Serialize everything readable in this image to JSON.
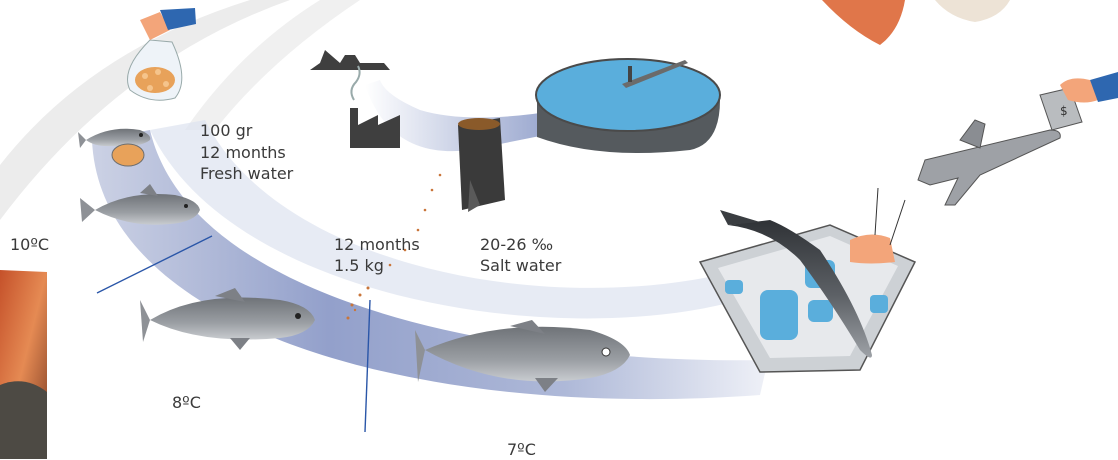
{
  "stages": {
    "fresh_water": {
      "weight": "100 gr",
      "duration": "12 months",
      "medium": "Fresh water"
    },
    "sea_phase": {
      "duration": "12 months",
      "weight": "1.5 kg"
    },
    "salinity": {
      "range": "20-26 ‰",
      "medium": "Salt water"
    }
  },
  "temperatures": {
    "t1": "10ºC",
    "t2": "8ºC",
    "t3": "7ºC"
  },
  "colors": {
    "band": "#9aa8cf",
    "fish": "#8e9196",
    "water": "#5aaedc",
    "dark": "#4a4a4a"
  }
}
